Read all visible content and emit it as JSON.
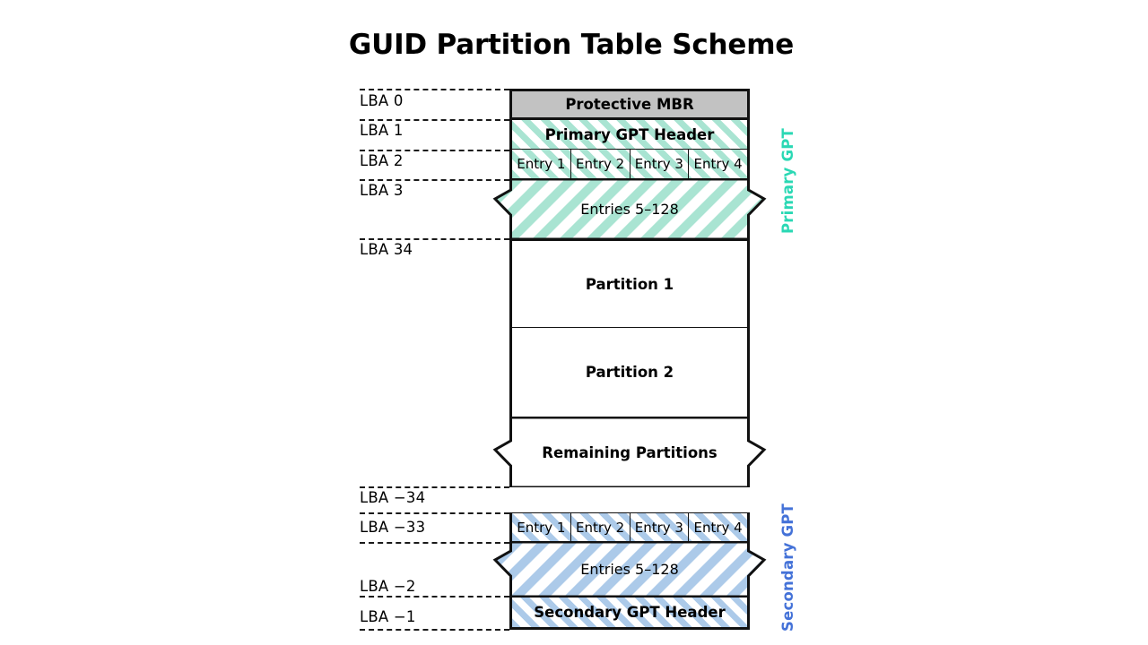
{
  "title": "GUID Partition Table Scheme",
  "colors": {
    "primary_gpt_label": "#2ad8b4",
    "secondary_gpt_label": "#4472d8",
    "primary_hatch": "#a9e4d2",
    "secondary_hatch": "#accae9",
    "mbr_fill": "#c2c2c2",
    "stroke": "#111111"
  },
  "lba_labels": [
    {
      "id": "lba-0",
      "text": "LBA 0"
    },
    {
      "id": "lba-1",
      "text": "LBA 1"
    },
    {
      "id": "lba-2",
      "text": "LBA 2"
    },
    {
      "id": "lba-3",
      "text": "LBA 3"
    },
    {
      "id": "lba-34",
      "text": "LBA 34"
    },
    {
      "id": "lba-m34",
      "text": "LBA −34"
    },
    {
      "id": "lba-m33",
      "text": "LBA −33"
    },
    {
      "id": "lba-m2",
      "text": "LBA −2"
    },
    {
      "id": "lba-m1",
      "text": "LBA −1"
    }
  ],
  "sections": {
    "protective_mbr": "Protective MBR",
    "primary_header": "Primary GPT Header",
    "primary_entries_1_4": [
      "Entry 1",
      "Entry 2",
      "Entry 3",
      "Entry 4"
    ],
    "primary_entries_rest": "Entries 5–128",
    "partition_1": "Partition 1",
    "partition_2": "Partition 2",
    "remaining_partitions": "Remaining Partitions",
    "secondary_entries_1_4": [
      "Entry 1",
      "Entry 2",
      "Entry 3",
      "Entry 4"
    ],
    "secondary_entries_rest": "Entries 5–128",
    "secondary_header": "Secondary GPT Header"
  },
  "side_captions": {
    "primary": "Primary GPT",
    "secondary": "Secondary GPT"
  }
}
